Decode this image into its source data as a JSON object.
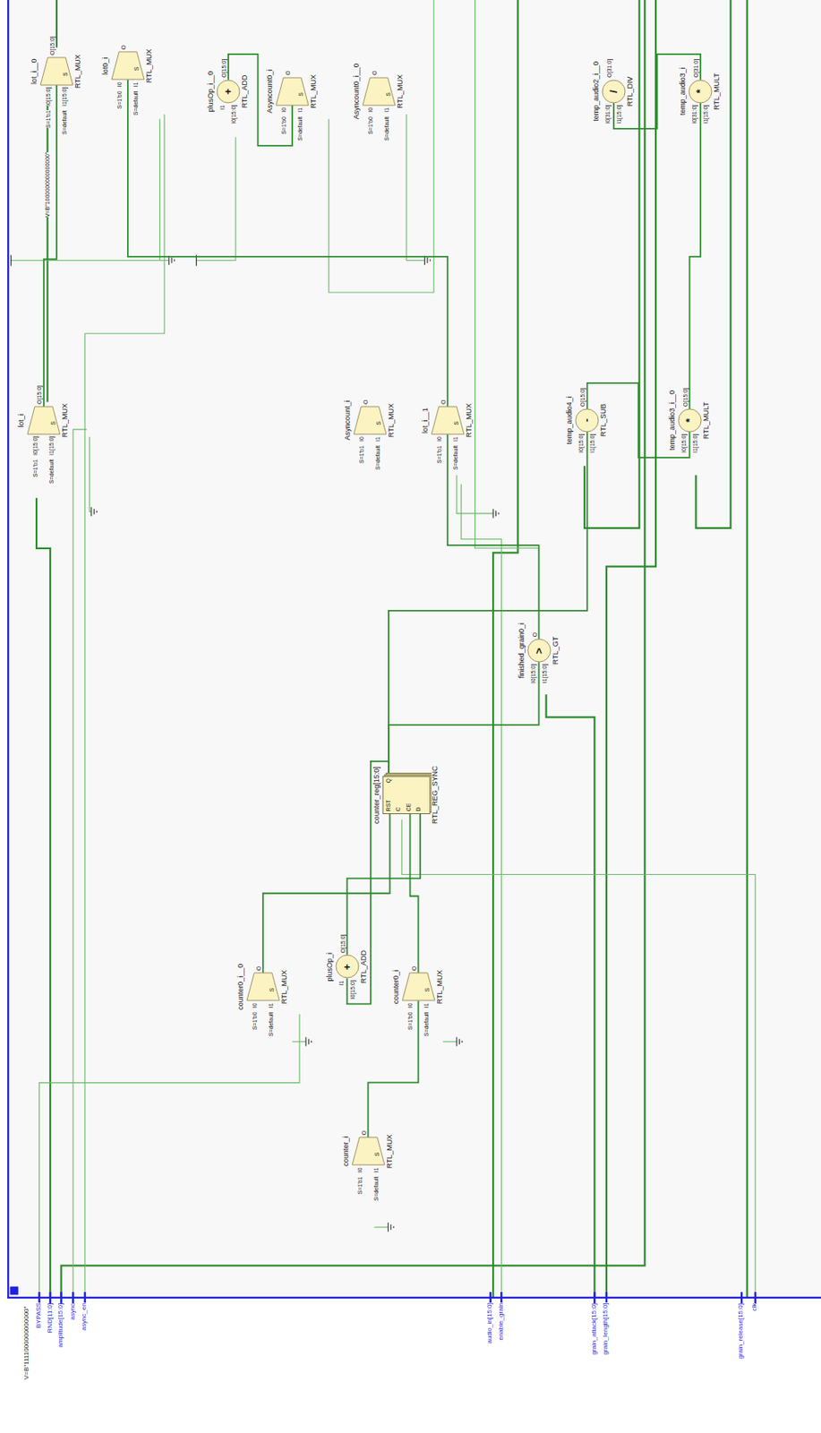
{
  "diagram": {
    "nodes": [
      {
        "text": [
          "lot_i__0",
          "O[15:0]",
          "I0[15:0]",
          "I1[15:0]",
          "S",
          "S=1'b1",
          "S=default",
          "RTL_MUX"
        ]
      },
      {
        "text": [
          "lot0_i",
          "O",
          "I0",
          "I1",
          "S",
          "S=1'b0",
          "S=default",
          "RTL_MUX"
        ]
      },
      {
        "text": [
          "plusOp_i__0",
          "+",
          "O[15:0]",
          "I1",
          "I0[15:0]",
          "RTL_ADD"
        ]
      },
      {
        "text": [
          "Asyncount0_i",
          "O",
          "I0",
          "I1",
          "S",
          "S=1'b0",
          "S=default",
          "RTL_MUX"
        ]
      },
      {
        "text": [
          "Asyncount0_i__0",
          "O",
          "I0",
          "I1",
          "S",
          "S=1'b0",
          "S=default",
          "RTL_MUX"
        ]
      },
      {
        "text": [
          "temp_audio2_i__0",
          "/",
          "O[31:0]",
          "I0[31:0]",
          "I1[15:0]",
          "RTL_DIV"
        ]
      },
      {
        "text": [
          "temp_audio3_i",
          "*",
          "O[31:0]",
          "I0[31:0]",
          "I1[15:0]",
          "RTL_MULT"
        ]
      },
      {
        "text": [
          "lot_i",
          "O[15:0]",
          "I0[15:0]",
          "I1[15:0]",
          "S",
          "S=1'b1",
          "S=default",
          "RTL_MUX"
        ]
      },
      {
        "text": [
          "Asyncount_i",
          "O",
          "I0",
          "I1",
          "S",
          "S=1'b1",
          "S=default",
          "RTL_MUX"
        ]
      },
      {
        "text": [
          "lot_i__1",
          "O",
          "I0",
          "I1",
          "S",
          "S=1'b1",
          "S=default",
          "RTL_MUX"
        ]
      },
      {
        "text": [
          "temp_audio4_i",
          "-",
          "O[15:0]",
          "I0[15:0]",
          "I1[15:0]",
          "RTL_SUB"
        ]
      },
      {
        "text": [
          "temp_audio3_i__0",
          "*",
          "O[15:0]",
          "I0[15:0]",
          "I1[15:0]",
          "RTL_MULT"
        ]
      },
      {
        "text": [
          "finished_grain0_i",
          ">",
          "O",
          "I0[15:0]",
          "I1[15:0]",
          "RTL_GT"
        ]
      },
      {
        "text": [
          "counter_reg[15:0]",
          "RST",
          "C",
          "CE",
          "D",
          "Q",
          "RTL_REG_SYNC"
        ]
      },
      {
        "text": [
          "counter0_i__0",
          "O",
          "I0",
          "I1",
          "S",
          "S=1'b0",
          "S=default",
          "RTL_MUX"
        ]
      },
      {
        "text": [
          "plusOp_i",
          "+",
          "O[15:0]",
          "I1",
          "I0[15:0]",
          "RTL_ADD"
        ]
      },
      {
        "text": [
          "counter0_i",
          "O",
          "I0",
          "I1",
          "S",
          "S=1'b0",
          "S=default",
          "RTL_MUX"
        ]
      },
      {
        "text": [
          "counter_i",
          "O",
          "I0",
          "I1",
          "S",
          "S=1'b1",
          "S=default",
          "RTL_MUX"
        ]
      }
    ],
    "edges": [
      {
        "from": 15,
        "to": 13,
        "arrow": "none"
      },
      {
        "from": 13,
        "to": 15,
        "arrow": "none"
      },
      {
        "from": 13,
        "to": 12,
        "arrow": "none"
      },
      {
        "from": 13,
        "to": 10,
        "arrow": "none"
      },
      {
        "from": 14,
        "to": 13,
        "arrow": "none"
      },
      {
        "from": 16,
        "to": 13,
        "arrow": "none"
      },
      {
        "from": 17,
        "to": 16,
        "arrow": "none"
      },
      {
        "from": 12,
        "to": 9,
        "arrow": "none"
      },
      {
        "from": 10,
        "to": 11,
        "arrow": "none"
      },
      {
        "from": 11,
        "to": 6,
        "arrow": "none"
      },
      {
        "from": 6,
        "to": 5,
        "arrow": "none"
      },
      {
        "from": 2,
        "to": 3,
        "arrow": "none"
      },
      {
        "from": 9,
        "to": 1,
        "arrow": "none"
      },
      {
        "from": 7,
        "to": 0,
        "arrow": "none"
      }
    ],
    "labels": [
      "BYPASS",
      "RND[11:0]",
      "amplitude[15:0]",
      "async",
      "async_en",
      "audio_in[15:0]",
      "enable_grain",
      "grain_attack[15:0]",
      "grain_length[15:0]",
      "grain_release[15:0]",
      "clk",
      "V=B\"1111000000000000\"",
      "V=B\"1000000000000000\""
    ]
  }
}
